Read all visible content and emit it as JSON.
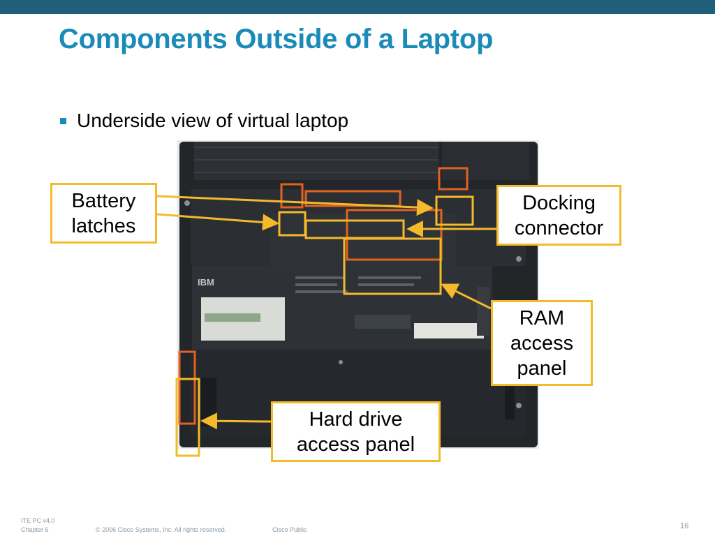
{
  "slide": {
    "title": "Components Outside of a Laptop",
    "bullet": "Underside view of virtual laptop",
    "accent_color": "#1a8bb9",
    "highlight_color": "#f4ba2b",
    "marker_color": "#e2621f"
  },
  "labels": {
    "battery": "Battery\nlatches",
    "docking": "Docking\nconnector",
    "ram": "RAM\naccess\npanel",
    "hdd": "Hard drive\naccess panel"
  },
  "photo": {
    "brand": "IBM"
  },
  "footer": {
    "course": "ITE PC v4.0",
    "chapter": "Chapter 6",
    "copyright": "© 2006 Cisco Systems, Inc. All rights reserved.",
    "classification": "Cisco Public",
    "page": "16"
  }
}
